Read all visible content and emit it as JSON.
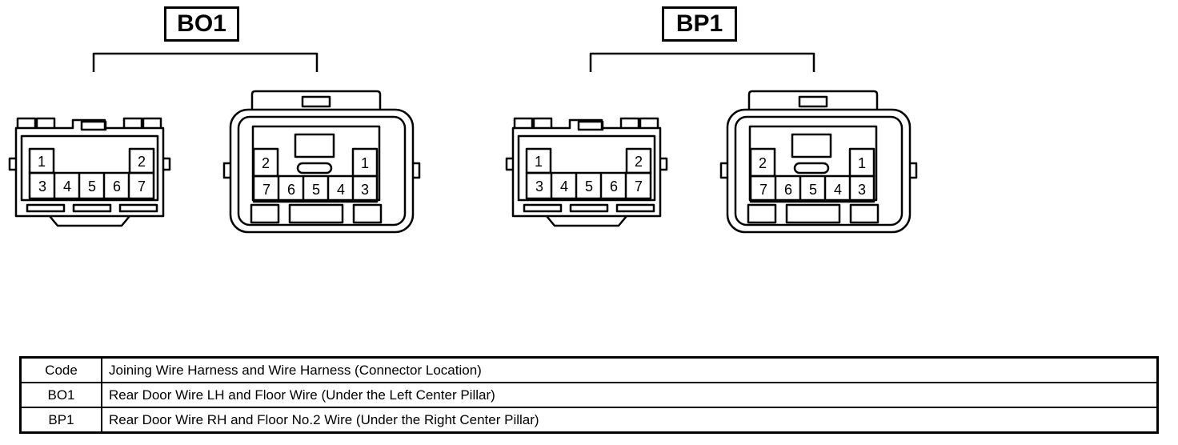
{
  "groups": [
    {
      "code": "BO1",
      "female": {
        "top_row": [
          "1",
          "2"
        ],
        "bottom_row": [
          "3",
          "4",
          "5",
          "6",
          "7"
        ]
      },
      "male": {
        "top_row": [
          "2",
          "1"
        ],
        "bottom_row": [
          "7",
          "6",
          "5",
          "4",
          "3"
        ]
      }
    },
    {
      "code": "BP1",
      "female": {
        "top_row": [
          "1",
          "2"
        ],
        "bottom_row": [
          "3",
          "4",
          "5",
          "6",
          "7"
        ]
      },
      "male": {
        "top_row": [
          "2",
          "1"
        ],
        "bottom_row": [
          "7",
          "6",
          "5",
          "4",
          "3"
        ]
      }
    }
  ],
  "legend": {
    "header": {
      "code": "Code",
      "description": "Joining Wire Harness and Wire Harness (Connector Location)"
    },
    "rows": [
      {
        "code": "BO1",
        "description": "Rear Door Wire LH and Floor Wire (Under the Left Center Pillar)"
      },
      {
        "code": "BP1",
        "description": "Rear Door Wire RH and Floor No.2 Wire (Under the Right Center Pillar)"
      }
    ]
  }
}
